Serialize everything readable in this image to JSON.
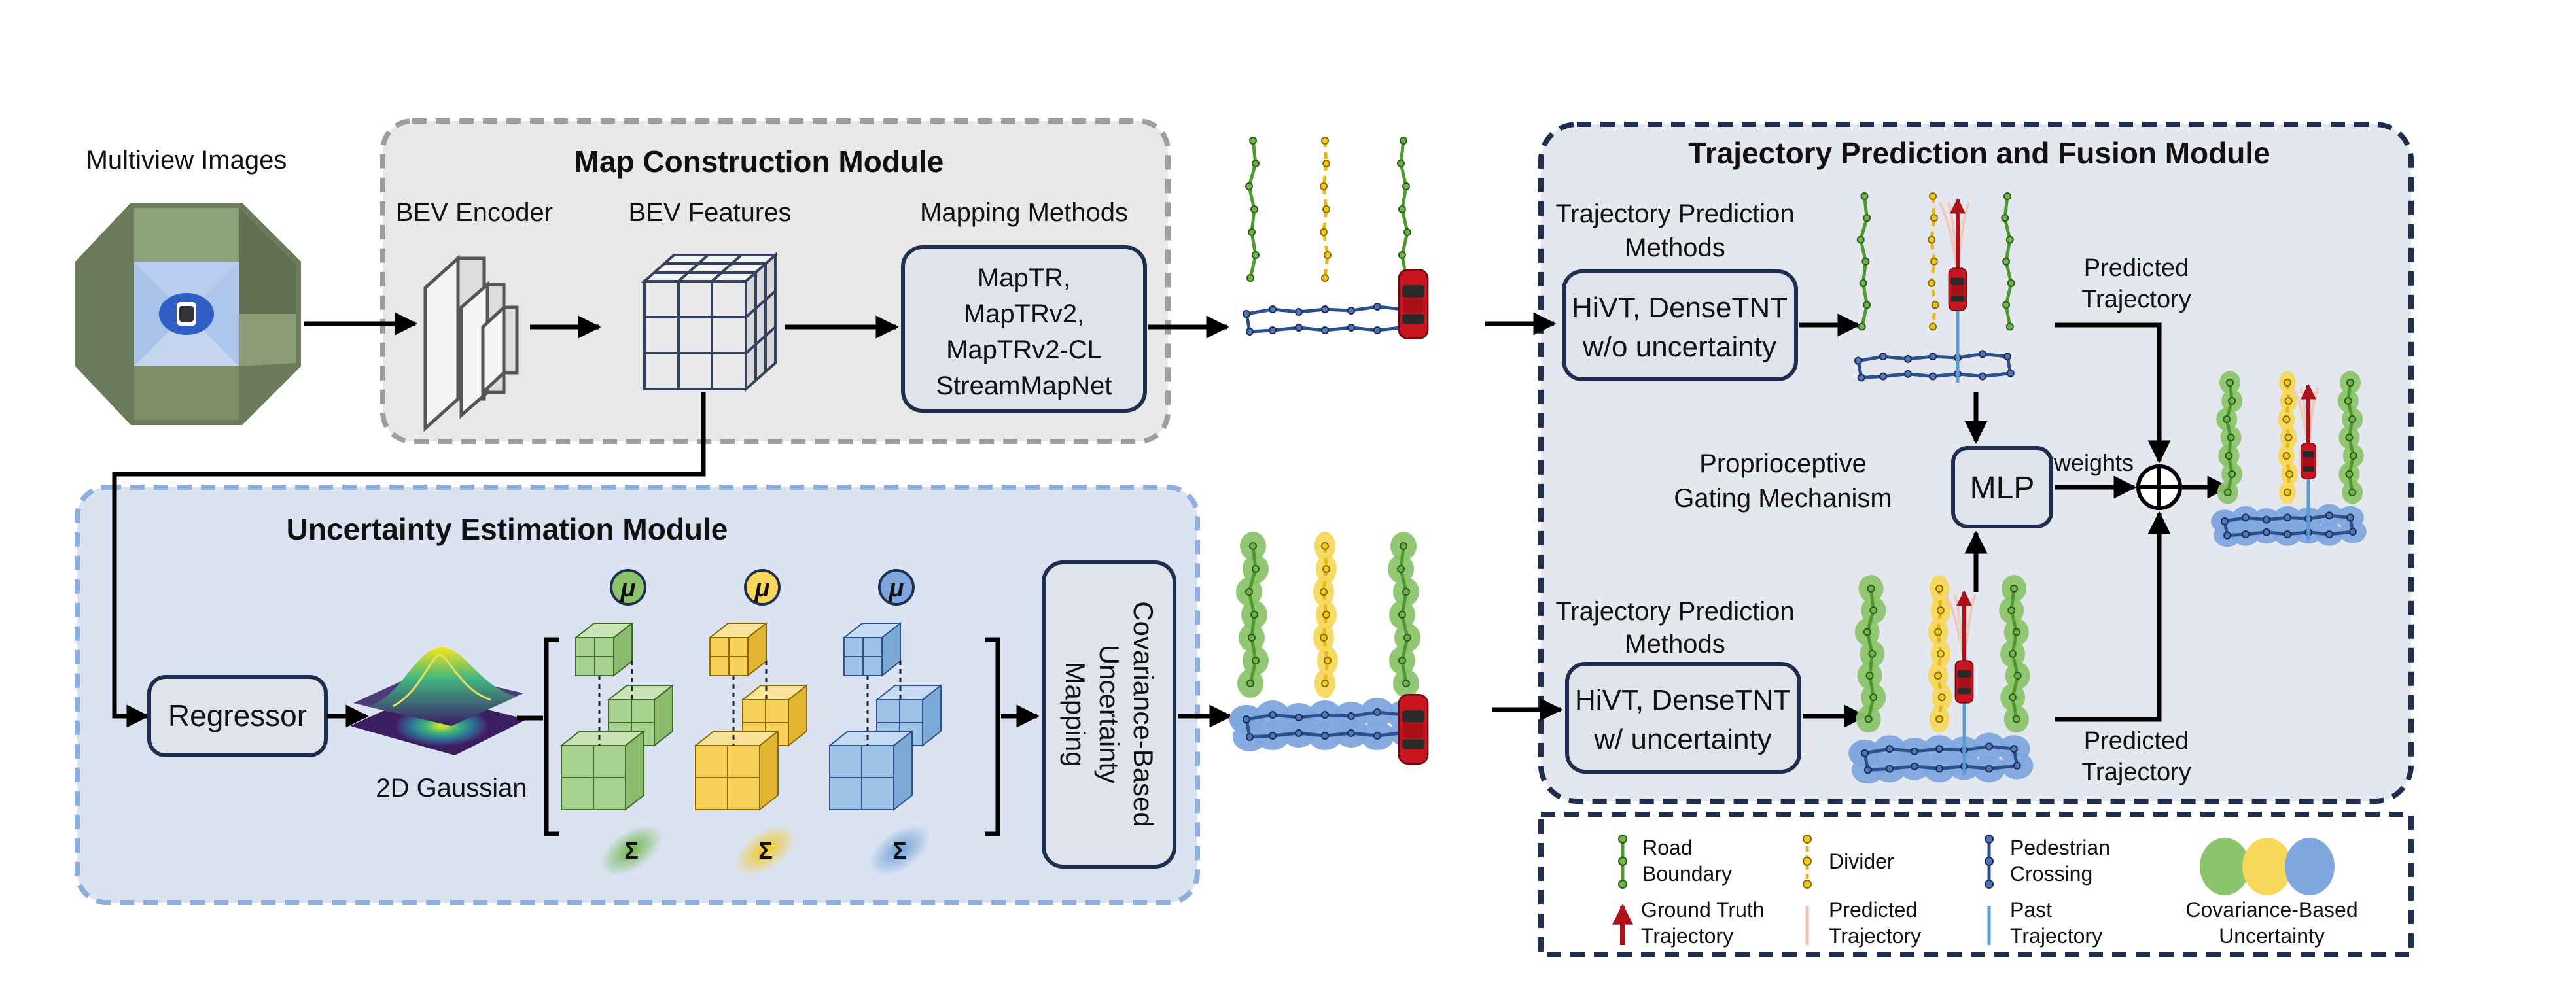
{
  "multiview": {
    "label": "Multiview Images"
  },
  "map_module": {
    "title": "Map Construction Module",
    "bev_encoder": "BEV Encoder",
    "bev_features": "BEV Features",
    "mapping_methods": "Mapping Methods",
    "methods_lines": [
      "MapTR,",
      "MapTRv2,",
      "MapTRv2-CL",
      "StreamMapNet"
    ]
  },
  "uncertainty_module": {
    "title": "Uncertainty Estimation Module",
    "regressor": "Regressor",
    "gaussian": "2D Gaussian",
    "mu_symbol": "μ",
    "sigma_symbol": "Σ",
    "cov_mapping_lines": [
      "Covariance-Based",
      "Uncertainty",
      "Mapping"
    ]
  },
  "trajectory_module": {
    "title": "Trajectory Prediction and Fusion Module",
    "top_methods_lines": [
      "Trajectory Prediction",
      "Methods"
    ],
    "top_box_lines": [
      "HiVT, DenseTNT",
      "w/o uncertainty"
    ],
    "bottom_methods_lines": [
      "Trajectory Prediction",
      "Methods"
    ],
    "bottom_box_lines": [
      "HiVT, DenseTNT",
      "w/ uncertainty"
    ],
    "predicted_top_lines": [
      "Predicted",
      "Trajectory"
    ],
    "predicted_bottom_lines": [
      "Predicted",
      "Trajectory"
    ],
    "gating_lines": [
      "Proprioceptive",
      "Gating Mechanism"
    ],
    "mlp": "MLP",
    "weights": "weights",
    "plus_symbol": "⊕"
  },
  "legend": {
    "road_boundary": [
      "Road",
      "Boundary"
    ],
    "divider": "Divider",
    "pedestrian_crossing": [
      "Pedestrian",
      "Crossing"
    ],
    "cov_uncertainty": [
      "Covariance-Based",
      "Uncertainty"
    ],
    "gt_trajectory": [
      "Ground Truth",
      "Trajectory"
    ],
    "predicted_trajectory": [
      "Predicted",
      "Trajectory"
    ],
    "past_trajectory": [
      "Past",
      "Trajectory"
    ]
  },
  "colors": {
    "road_boundary": "#4f9a2e",
    "divider": "#e5b81a",
    "pedestrian_crossing": "#2b4f8f",
    "gt_trajectory": "#b0121b",
    "predicted_trajectory": "#f2c2b0",
    "past_trajectory": "#5b9bd5",
    "green_blob": "#8cc46b",
    "yellow_blob": "#f7d85a",
    "blue_blob": "#7fa6de",
    "map_bg": "#e8e8e8",
    "unc_bg": "#dbe3f3",
    "traj_bg": "#e4e7ee",
    "dark_navy": "#1f2d4f"
  }
}
